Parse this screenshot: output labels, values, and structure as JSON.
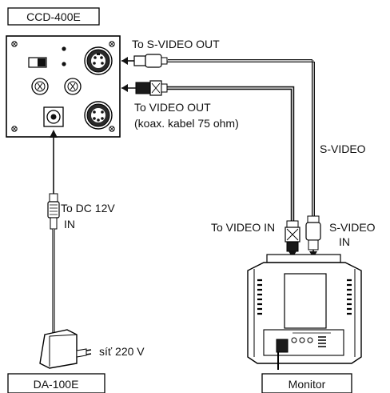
{
  "labels": {
    "camera_box": "CCD-400E",
    "adapter_box": "DA-100E",
    "monitor_box": "Monitor",
    "to_svideo_out": "To S-VIDEO OUT",
    "to_video_out": "To VIDEO OUT",
    "coax_note": "(koax. kabel 75 ohm)",
    "svideo_cable": "S-VIDEO",
    "to_dc_line1": "To DC 12V",
    "to_dc_line2": "IN",
    "mains": "síť 220 V",
    "to_video_in": "To VIDEO IN",
    "svideo_in_line1": "S-VIDEO",
    "svideo_in_line2": "IN"
  },
  "colors": {
    "line": "#111111",
    "background": "#ffffff"
  }
}
